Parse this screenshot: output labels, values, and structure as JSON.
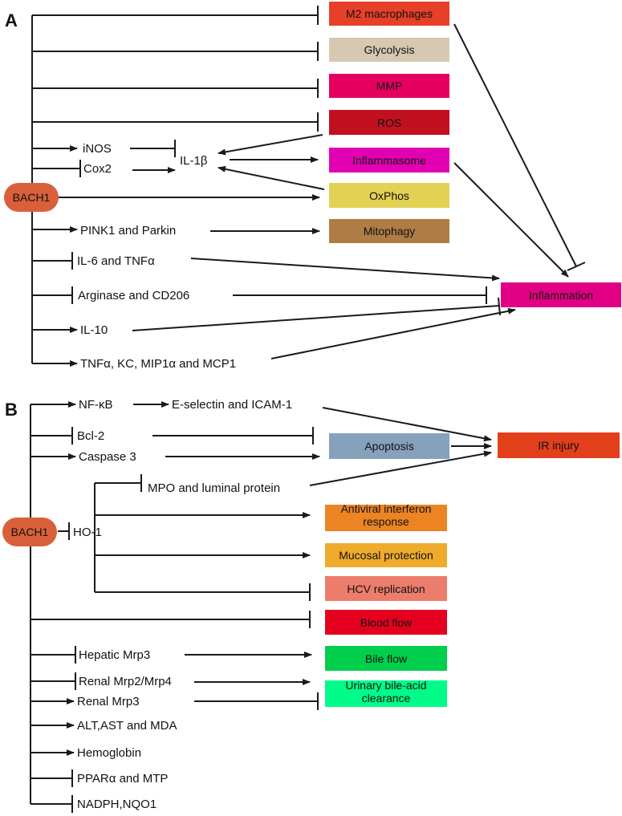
{
  "panels": [
    {
      "letter": "A",
      "source": "BACH1",
      "targets": [
        "M2 macrophages",
        "Glycolysis",
        "MMP",
        "ROS",
        "Inflammasome",
        "OxPhos",
        "Mitophagy",
        "Inflammation"
      ],
      "mediators": [
        "iNOS",
        "Cox2",
        "IL-1β",
        "PINK1 and Parkin",
        "IL-6 and TNFα",
        "Arginase and CD206",
        "IL-10",
        "TNFα, KC, MIP1α and MCP1"
      ]
    },
    {
      "letter": "B",
      "source": "BACH1",
      "targets": [
        "Apoptosis",
        "IR injury",
        "Antiviral interferon response",
        "Mucosal protection",
        "HCV replication",
        "Blood flow",
        "Bile flow",
        "Urinary bile-acid clearance"
      ],
      "mediators": [
        "NF-κB",
        "E-selectin and ICAM-1",
        "Bcl-2",
        "Caspase 3",
        "MPO and luminal protein",
        "HO-1",
        "Hepatic Mrp3",
        "Renal Mrp2/Mrp4",
        "Renal Mrp3",
        "ALT,AST and MDA",
        "Hemoglobin",
        "PPARα and MTP",
        "NADPH,NQO1"
      ]
    }
  ],
  "colors": {
    "line": "#1a1a1a",
    "bach1_node": "#d9603a",
    "m2_macrophages": "#e64028",
    "glycolysis": "#d6c9b2",
    "mmp": "#e5005f",
    "ros": "#c2101f",
    "inflammasome": "#e200b3",
    "oxphos": "#e3d154",
    "mitophagy": "#b07c45",
    "inflammation": "#e10083",
    "apoptosis": "#86a1bb",
    "ir_injury": "#e2401b",
    "antiviral": "#ec8424",
    "mucosal": "#efab2b",
    "hcv": "#ec7c6c",
    "blood_flow": "#e5001f",
    "bile_flow": "#00cf4b",
    "urinary": "#00fb88"
  }
}
